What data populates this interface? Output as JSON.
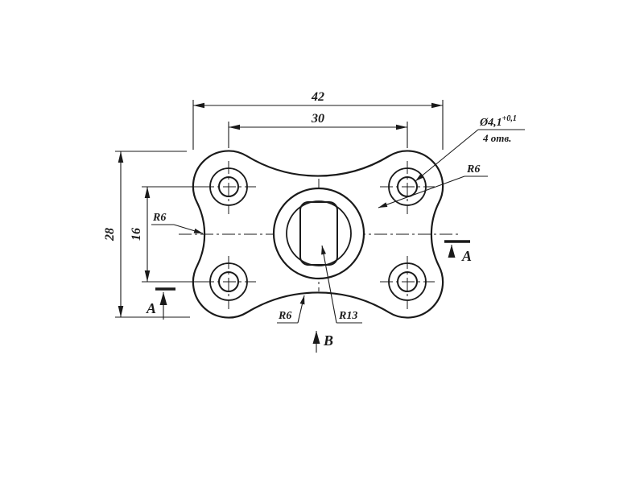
{
  "labels": {
    "dim_42": "42",
    "dim_30": "30",
    "dim_28": "28",
    "dim_16": "16",
    "hole_dia": "Ø4,1",
    "hole_tol": "+0,1",
    "hole_note": "4 отв.",
    "r6": "R6",
    "r13": "R13",
    "section_a": "A",
    "view_b": "B"
  },
  "style": {
    "line_color": "#1a1a1a",
    "paper_color": "#ffffff"
  }
}
